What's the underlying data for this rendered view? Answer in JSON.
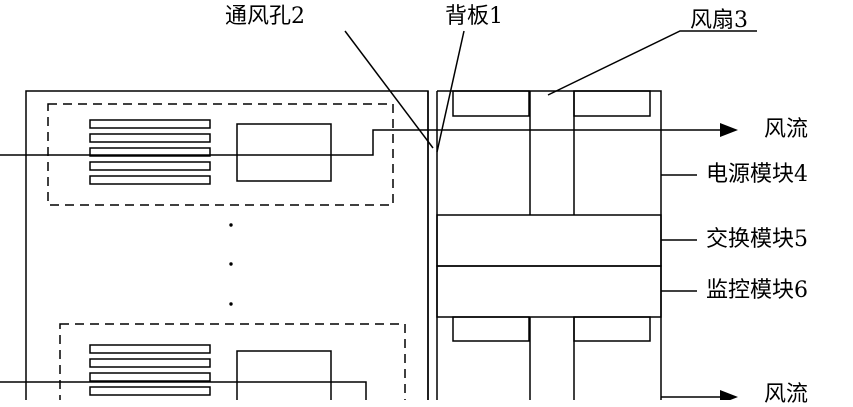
{
  "labels": {
    "vent": "通风孔2",
    "backplane": "背板1",
    "fan": "风扇3",
    "airflow_top": "风流",
    "airflow_bottom": "风流",
    "power_module": "电源模块4",
    "switch_module": "交换模块5",
    "monitor_module": "监控模块6"
  },
  "colors": {
    "stroke": "#000000",
    "background": "#ffffff"
  }
}
